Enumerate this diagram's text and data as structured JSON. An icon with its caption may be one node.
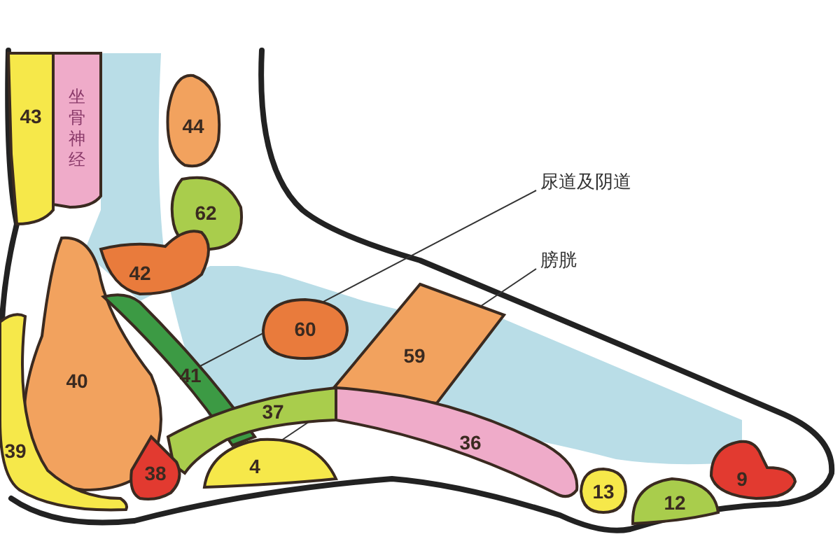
{
  "diagram": {
    "nodes": [
      {
        "text": [
          "43"
        ]
      },
      {
        "text": [
          "坐骨神经"
        ]
      },
      {
        "text": [
          "44"
        ]
      },
      {
        "text": [
          "62"
        ]
      },
      {
        "text": [
          "42"
        ]
      },
      {
        "text": [
          "40"
        ]
      },
      {
        "text": [
          "41"
        ]
      },
      {
        "text": [
          "60"
        ]
      },
      {
        "text": [
          "59"
        ]
      },
      {
        "text": [
          "37"
        ]
      },
      {
        "text": [
          "36"
        ]
      },
      {
        "text": [
          "39"
        ]
      },
      {
        "text": [
          "38"
        ]
      },
      {
        "text": [
          "4"
        ]
      },
      {
        "text": [
          "13"
        ]
      },
      {
        "text": [
          "12"
        ]
      },
      {
        "text": [
          "9"
        ]
      },
      {
        "text": [
          "尿道及阴道"
        ]
      },
      {
        "text": [
          "膀胱"
        ]
      }
    ],
    "edges": [
      {
        "from": 17,
        "to": 6,
        "arrow": "none"
      },
      {
        "from": 18,
        "to": 13,
        "arrow": "none"
      }
    ]
  }
}
